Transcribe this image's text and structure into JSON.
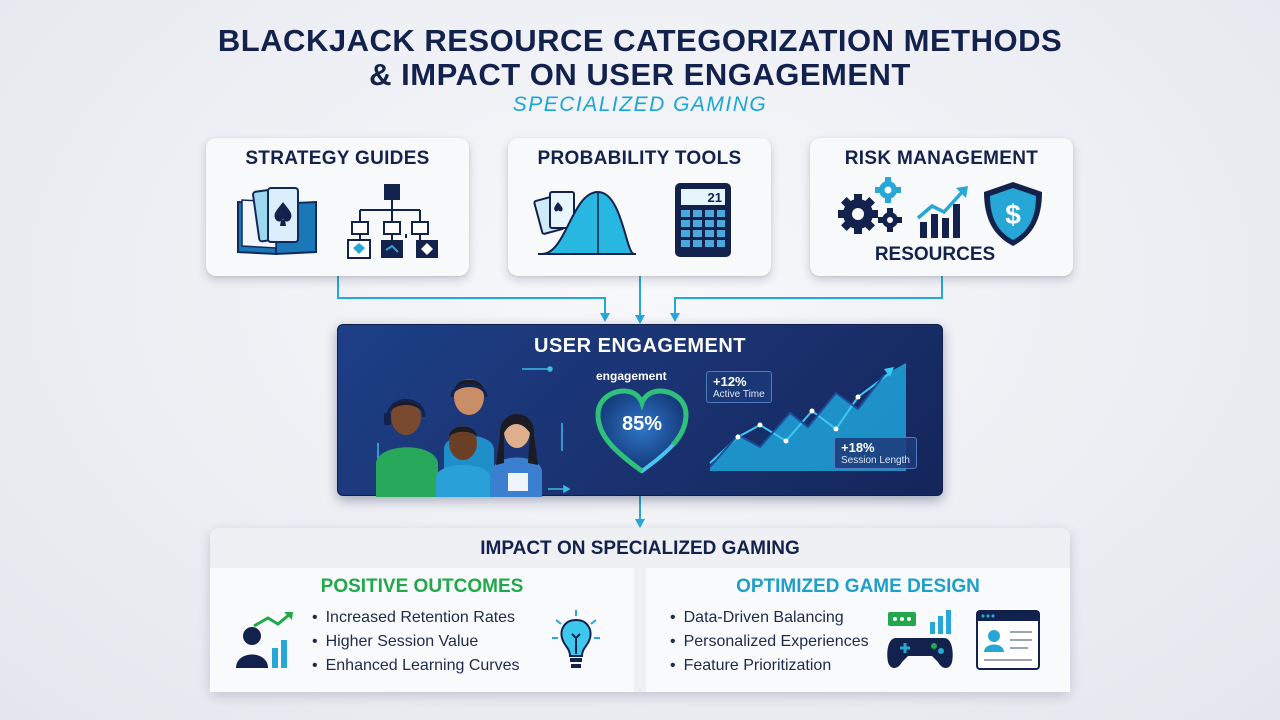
{
  "header": {
    "title_line1": "BLACKJACK RESOURCE CATEGORIZATION METHODS",
    "title_line2": "& IMPACT ON USER ENGAGEMENT",
    "subtitle": "SPECIALIZED GAMING"
  },
  "categories": [
    {
      "title": "STRATEGY GUIDES",
      "icons": [
        "card-book-icon",
        "decision-tree-icon"
      ]
    },
    {
      "title": "PROBABILITY TOOLS",
      "icons": [
        "probability-curve-icon",
        "calculator-icon"
      ],
      "calculator_display": "21"
    },
    {
      "title": "RISK MANAGEMENT",
      "footer": "RESOURCES",
      "icons": [
        "gears-icon",
        "growth-chart-icon",
        "dollar-shield-icon"
      ]
    }
  ],
  "engagement": {
    "title": "USER ENGAGEMENT",
    "gauge_label": "engagement",
    "gauge_value": "85%",
    "gauge_fraction": 0.85,
    "stat1": {
      "value": "+12%",
      "label": "Active Time"
    },
    "stat2": {
      "value": "+18%",
      "label": "Session Length"
    }
  },
  "impact": {
    "title": "IMPACT ON SPECIALIZED GAMING",
    "positive": {
      "title": "POSITIVE OUTCOMES",
      "items": [
        "Increased Retention Rates",
        "Higher Session Value",
        "Enhanced Learning Curves"
      ]
    },
    "design": {
      "title": "OPTIMIZED GAME DESIGN",
      "items": [
        "Data-Driven Balancing",
        "Personalized Experiences",
        "Feature Prioritization"
      ]
    }
  },
  "colors": {
    "navy": "#13224d",
    "cyan": "#1aa6d6",
    "green": "#20a84a",
    "teal_title": "#1d9fc9",
    "engage_bg": "#1a3270"
  }
}
